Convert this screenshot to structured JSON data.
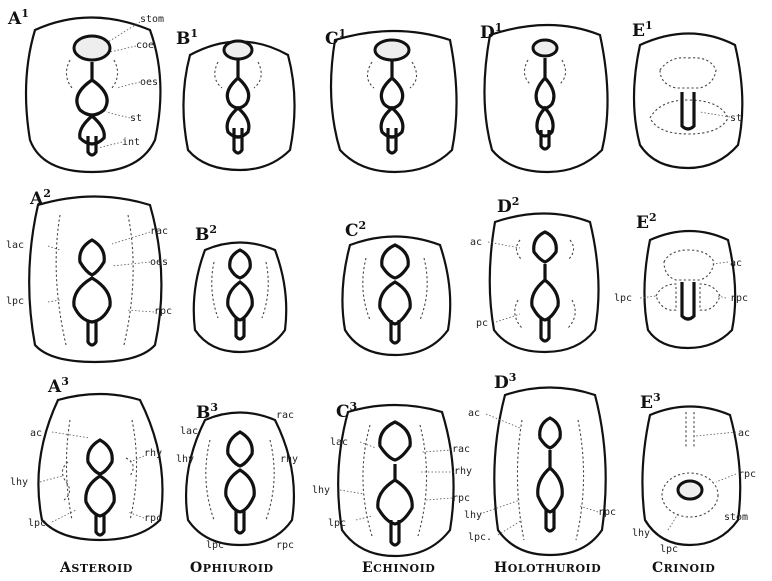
{
  "panels": [
    {
      "id": "A1",
      "letter": "A",
      "sup": "1"
    },
    {
      "id": "B1",
      "letter": "B",
      "sup": "1"
    },
    {
      "id": "C1",
      "letter": "C",
      "sup": "1"
    },
    {
      "id": "D1",
      "letter": "D",
      "sup": "1"
    },
    {
      "id": "E1",
      "letter": "E",
      "sup": "1"
    },
    {
      "id": "A2",
      "letter": "A",
      "sup": "2"
    },
    {
      "id": "B2",
      "letter": "B",
      "sup": "2"
    },
    {
      "id": "C2",
      "letter": "C",
      "sup": "2"
    },
    {
      "id": "D2",
      "letter": "D",
      "sup": "2"
    },
    {
      "id": "E2",
      "letter": "E",
      "sup": "2"
    },
    {
      "id": "A3",
      "letter": "A",
      "sup": "3"
    },
    {
      "id": "B3",
      "letter": "B",
      "sup": "3"
    },
    {
      "id": "C3",
      "letter": "C",
      "sup": "3"
    },
    {
      "id": "D3",
      "letter": "D",
      "sup": "3"
    },
    {
      "id": "E3",
      "letter": "E",
      "sup": "3"
    }
  ],
  "labels": {
    "A1": [
      "stom",
      "coe",
      "oes",
      "st",
      "int"
    ],
    "E1": [
      "st"
    ],
    "A2": [
      "lac",
      "rac",
      "oes",
      "lpc",
      "rpc"
    ],
    "D2": [
      "ac",
      "pc"
    ],
    "E2": [
      "ac",
      "lpc",
      "rpc"
    ],
    "A3": [
      "ac",
      "rhy",
      "lhy",
      "lpc",
      "rpc"
    ],
    "B3": [
      "lac",
      "rac",
      "lhy",
      "rhy",
      "lpc",
      "rpc"
    ],
    "C3": [
      "lac",
      "rac",
      "rhy",
      "lhy",
      "rpc",
      "lpc"
    ],
    "D3": [
      "ac",
      "lhy",
      "lpc.",
      "rpc"
    ],
    "E3": [
      "ac",
      "rpc",
      "stom",
      "lhy",
      "lpc"
    ]
  },
  "captions": [
    {
      "first": "A",
      "rest": "STEROID"
    },
    {
      "first": "O",
      "rest": "PHIUROID"
    },
    {
      "first": "E",
      "rest": "CHINOID"
    },
    {
      "first": "H",
      "rest": "OLOTHUROID"
    },
    {
      "first": "C",
      "rest": "RINOID"
    }
  ]
}
